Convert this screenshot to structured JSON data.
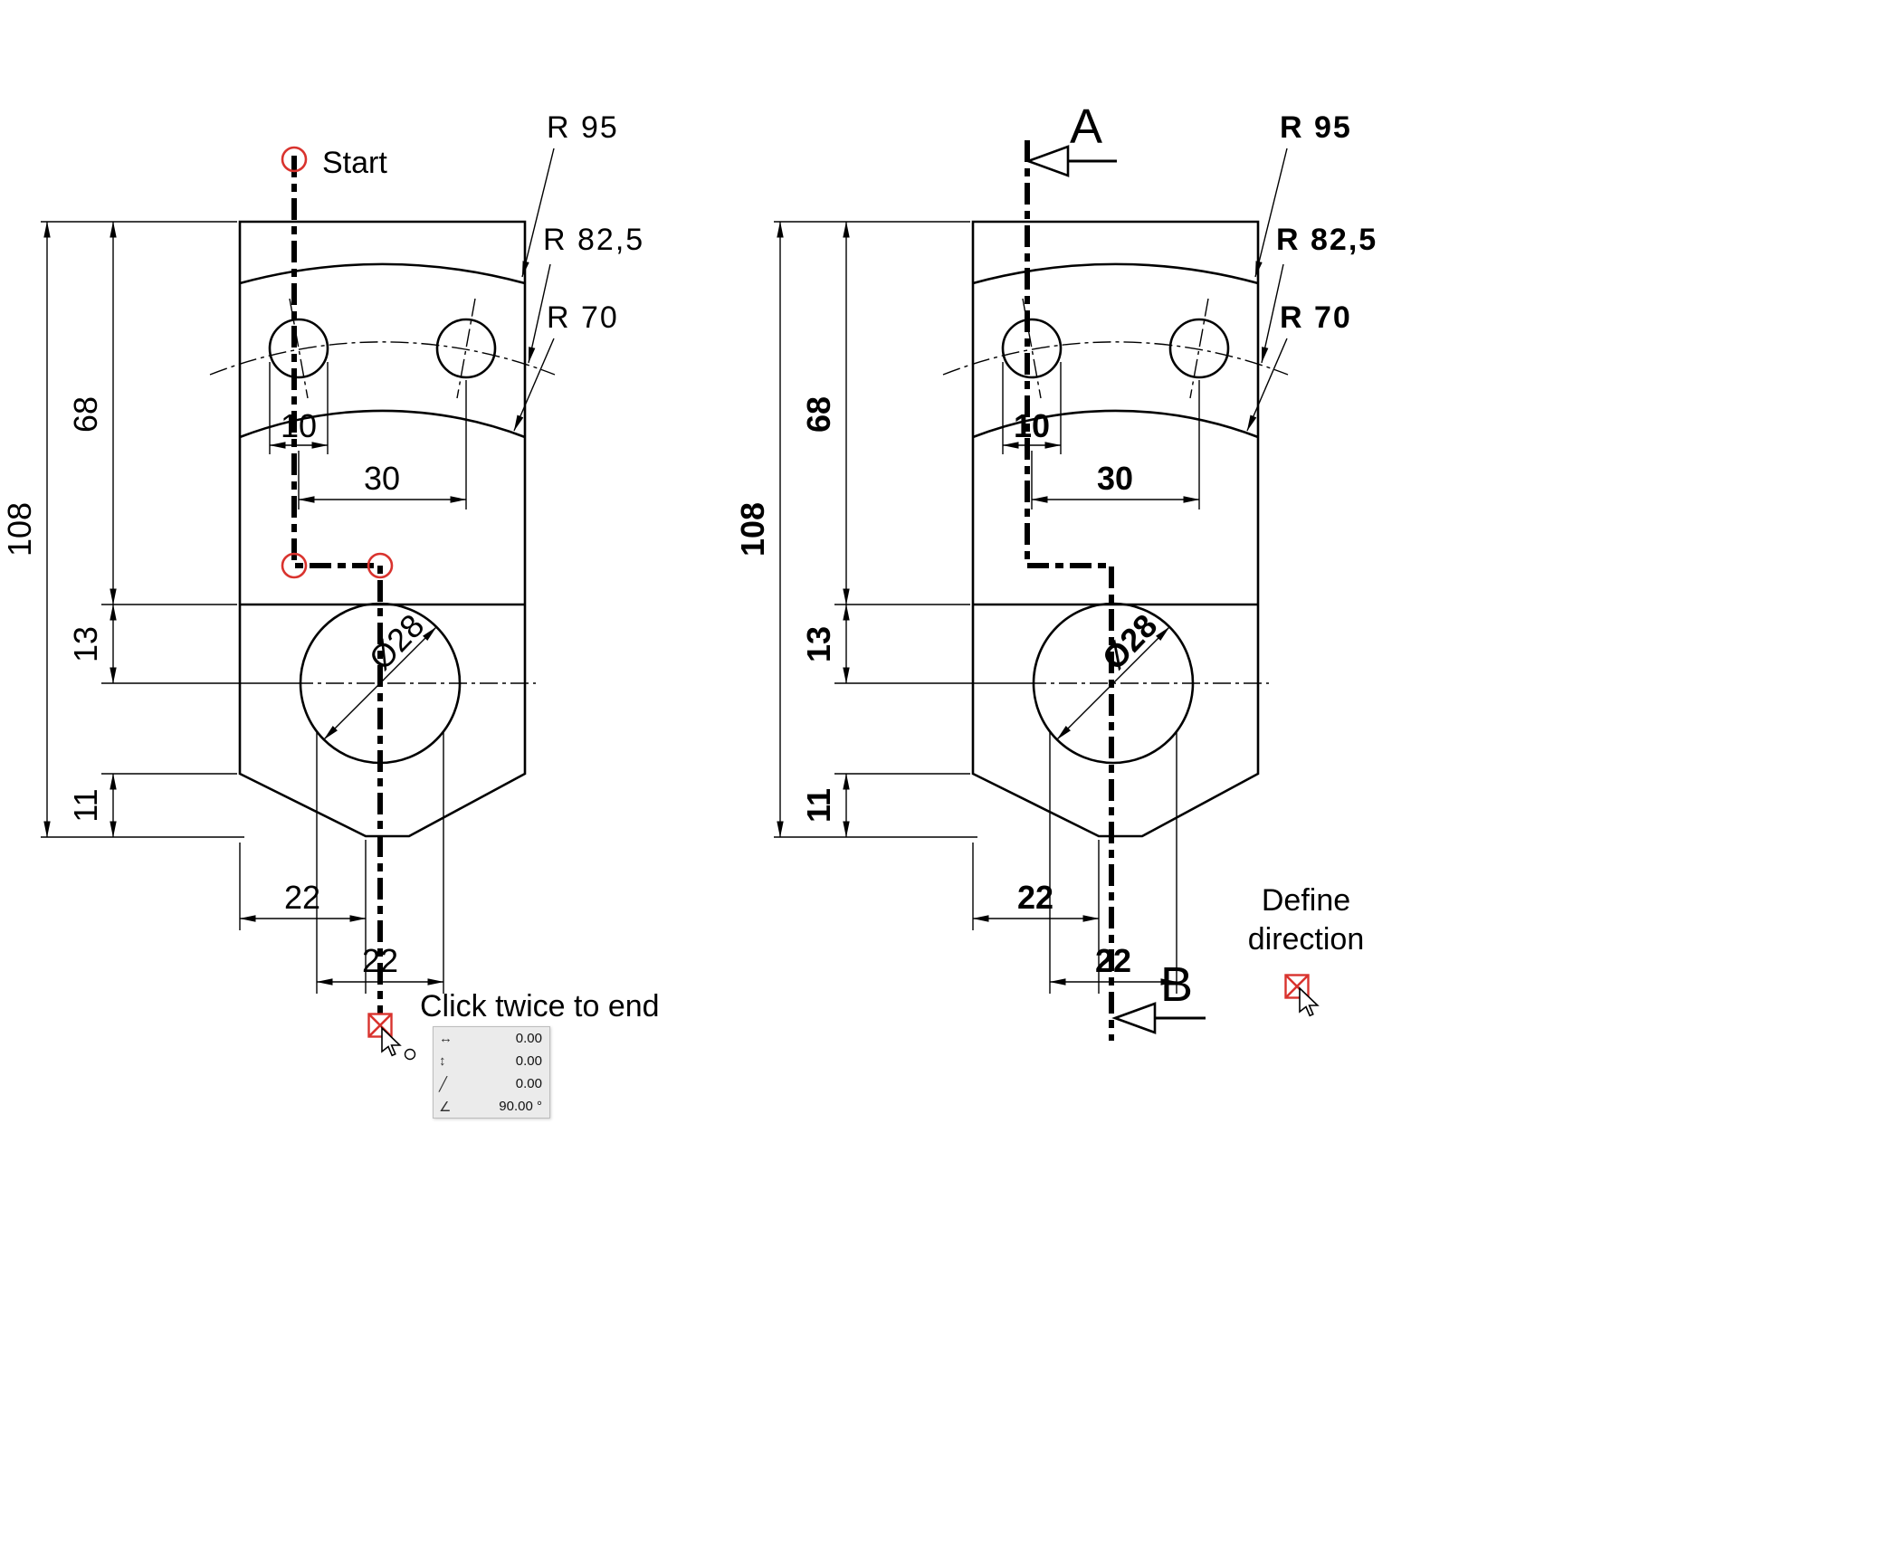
{
  "drawing": {
    "radius_labels": {
      "r95": "R 95",
      "r82": "R 82,5",
      "r70": "R 70"
    },
    "dimensions": {
      "total_height": "108",
      "upper_height": "68",
      "mid_offset": "13",
      "lower_height": "11",
      "hole_diameter": "10",
      "hole_spacing": "30",
      "bore_diameter": "Ø28",
      "edge_to_center": "22",
      "slot_width": "22"
    }
  },
  "left_view": {
    "start_label": "Start",
    "end_hint": "Click twice to end",
    "coord_box": {
      "rows": [
        {
          "icon": "horizontal-distance-icon",
          "glyph": "↔",
          "value": "0.00"
        },
        {
          "icon": "vertical-distance-icon",
          "glyph": "↕",
          "value": "0.00"
        },
        {
          "icon": "length-icon",
          "glyph": "╱",
          "value": "0.00"
        },
        {
          "icon": "angle-icon",
          "glyph": "∠",
          "value": "90.00 °"
        }
      ]
    }
  },
  "right_view": {
    "section_label_a": "A",
    "section_label_b": "B",
    "direction_hint": {
      "line1": "Define",
      "line2": "direction"
    }
  }
}
